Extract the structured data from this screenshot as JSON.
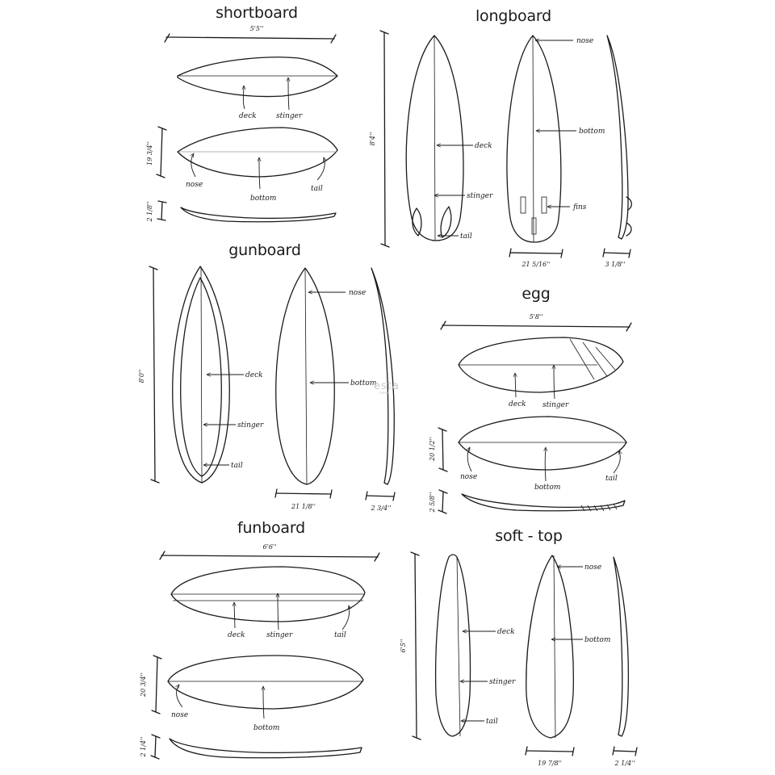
{
  "sections": {
    "shortboard": {
      "title": "shortboard",
      "length": "5'5''",
      "height": "19 3/4''",
      "thickness": "2 1/8''",
      "labels": {
        "deck": "deck",
        "stinger": "stinger",
        "nose": "nose",
        "bottom": "bottom",
        "tail": "tail"
      }
    },
    "longboard": {
      "title": "longboard",
      "length": "8'4''",
      "width": "21 5/16''",
      "thickness": "3 1/8''",
      "labels": {
        "deck": "deck",
        "stinger": "stinger",
        "tail": "tail",
        "nose": "nose",
        "bottom": "bottom",
        "fins": "fins"
      }
    },
    "gunboard": {
      "title": "gunboard",
      "length": "8'0''",
      "width": "21 1/8''",
      "thickness": "2 3/4''",
      "labels": {
        "deck": "deck",
        "stinger": "stinger",
        "tail": "tail",
        "nose": "nose",
        "bottom": "bottom"
      }
    },
    "egg": {
      "title": "egg",
      "length": "5'8''",
      "height": "20 1/2''",
      "thickness": "2 5/8''",
      "labels": {
        "deck": "deck",
        "stinger": "stinger",
        "nose": "nose",
        "bottom": "bottom",
        "tail": "tail"
      }
    },
    "funboard": {
      "title": "funboard",
      "length": "6'6''",
      "height": "20 3/4''",
      "thickness": "2 1/4''",
      "labels": {
        "deck": "deck",
        "stinger": "stinger",
        "tail": "tail",
        "nose": "nose",
        "bottom": "bottom"
      }
    },
    "softtop": {
      "title": "soft - top",
      "length": "6'5''",
      "width": "19 7/8''",
      "thickness": "2 1/4''",
      "labels": {
        "deck": "deck",
        "stinger": "stinger",
        "tail": "tail",
        "nose": "nose",
        "bottom": "bottom"
      }
    }
  },
  "watermark": {
    "brand": "esta",
    "sub": "home"
  }
}
